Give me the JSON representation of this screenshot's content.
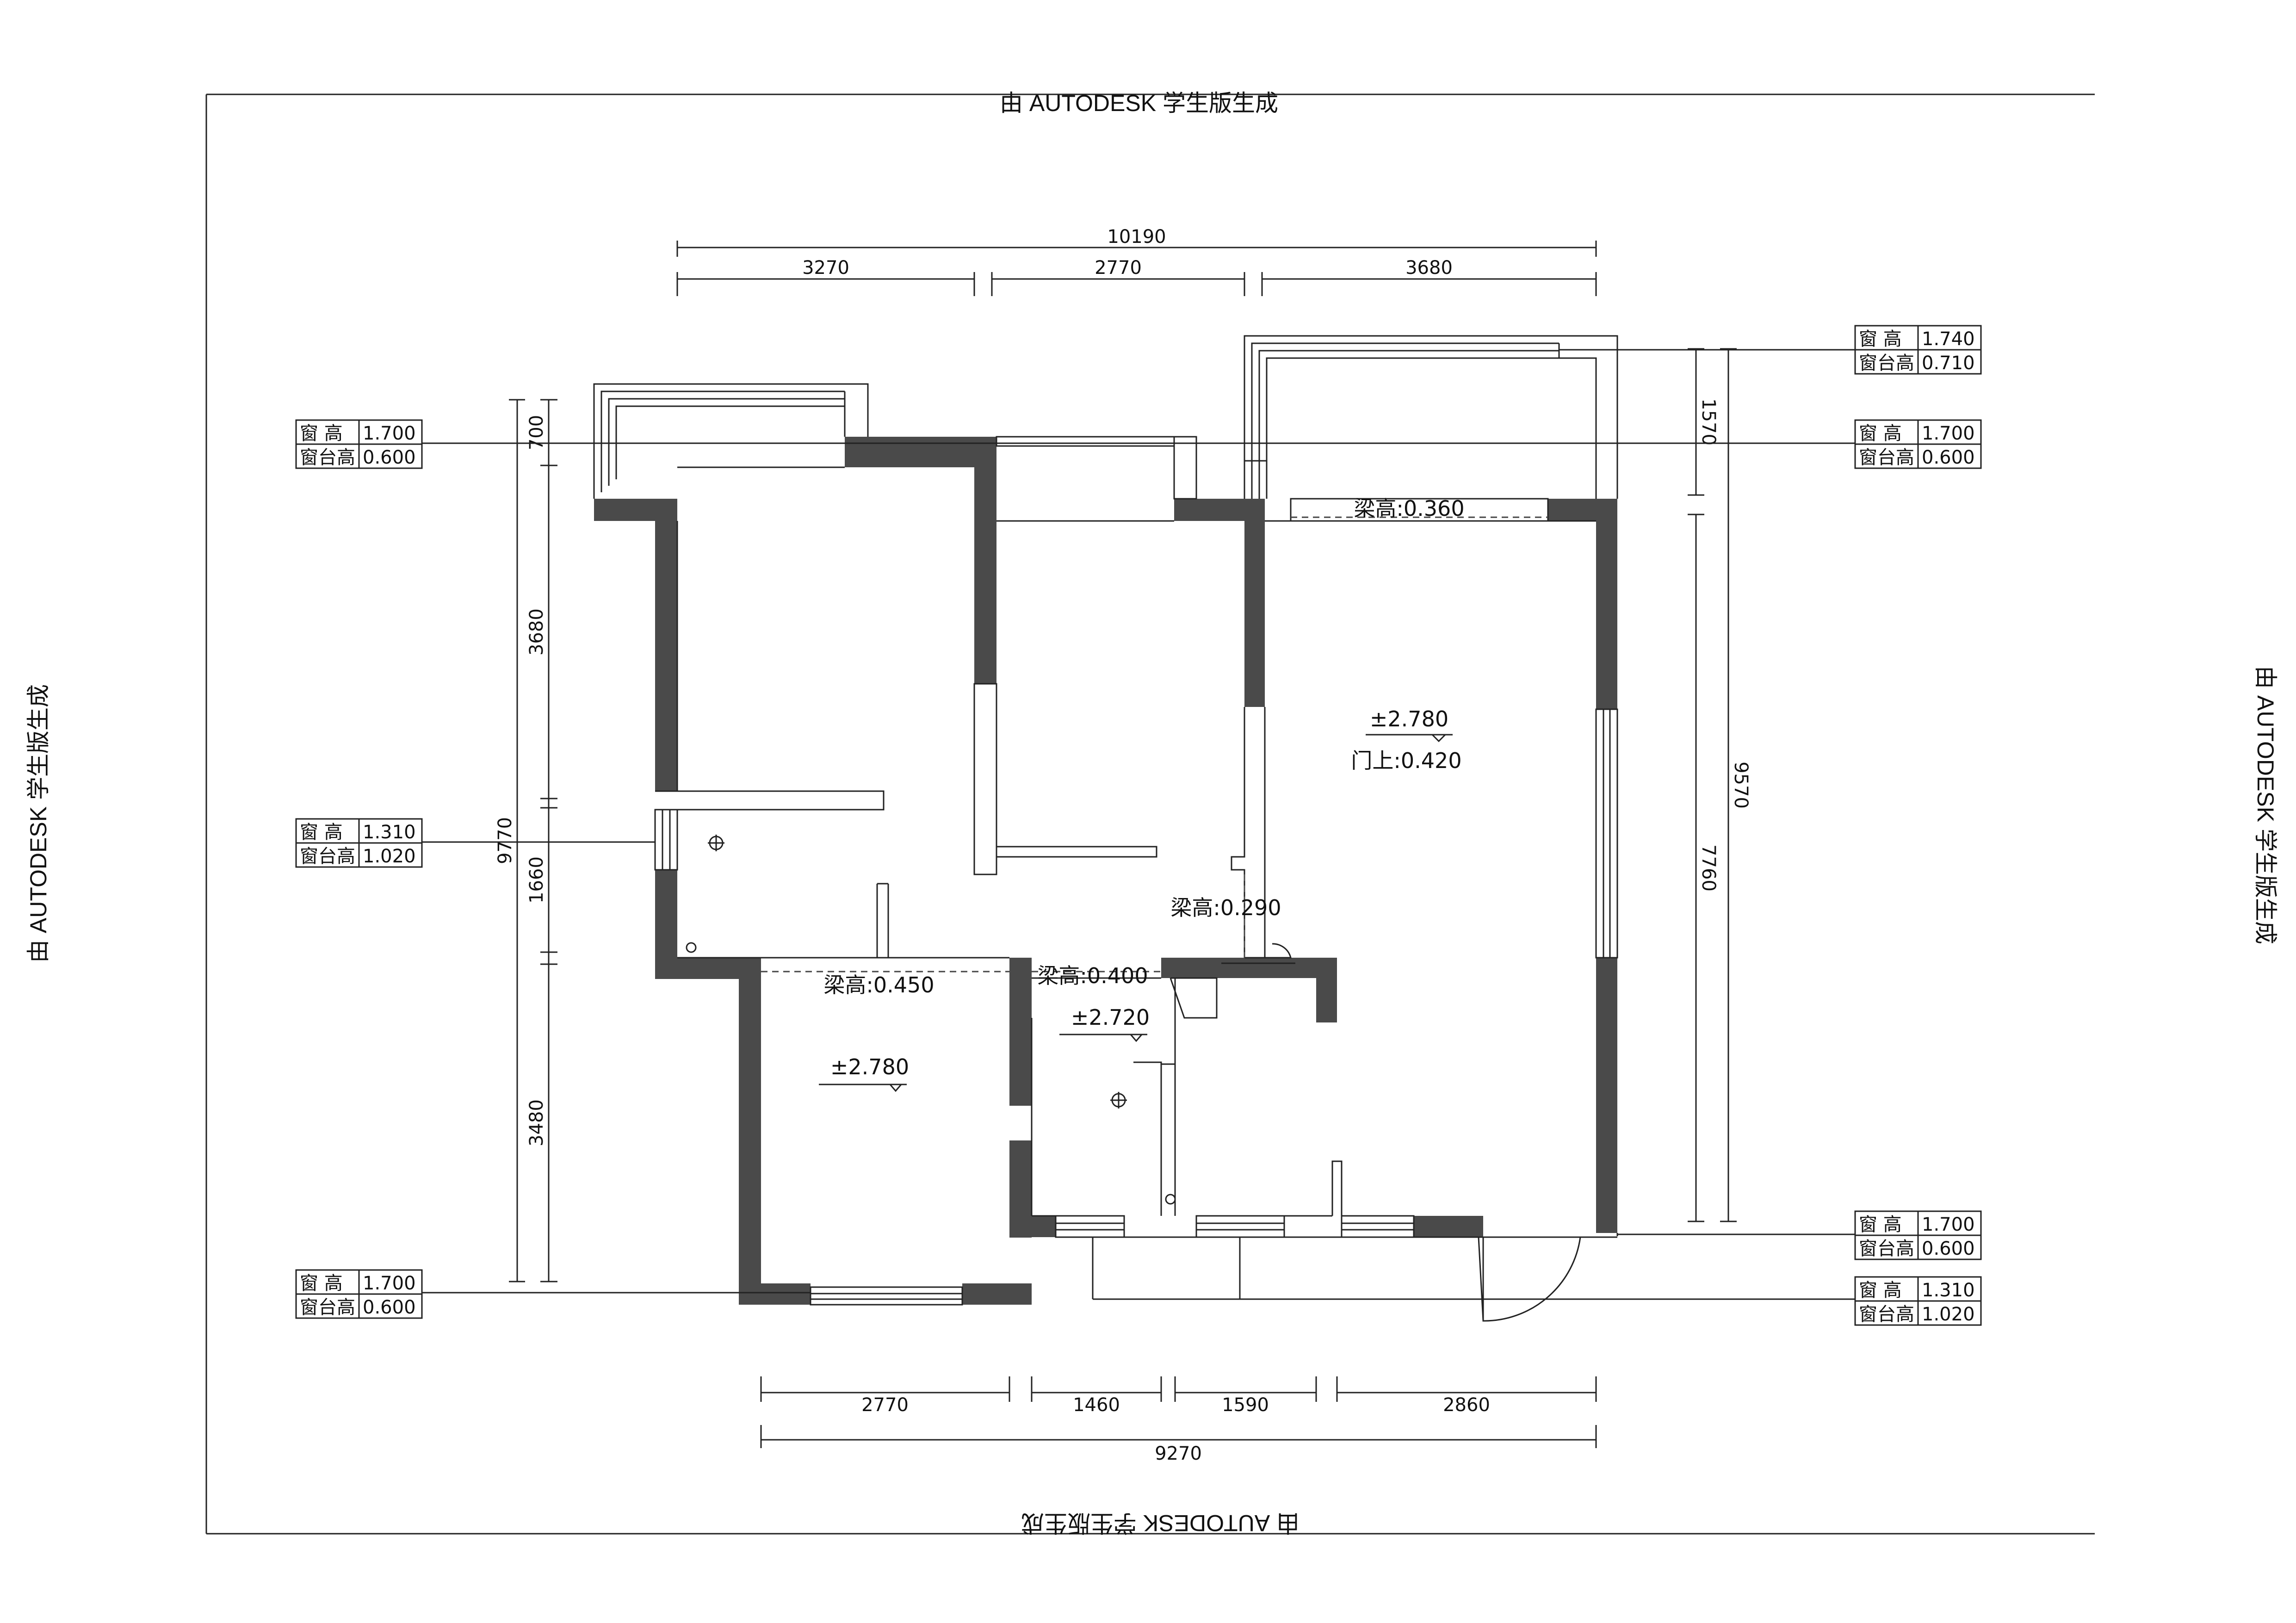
{
  "watermark": "由 AUTODESK 学生版生成",
  "dimensions": {
    "top_total": "10190",
    "top_segments": [
      "3270",
      "2770",
      "3680"
    ],
    "bottom_segments": [
      "2770",
      "1460",
      "1590",
      "2860"
    ],
    "bottom_total": "9270",
    "left_segments": [
      "700",
      "3680",
      "1660",
      "3480"
    ],
    "left_total": "9770",
    "right_segments": [
      "1570",
      "7760"
    ],
    "right_total": "9570"
  },
  "annotations": {
    "beam_top_right": "梁高:0.360",
    "beam_middle": "梁高:0.290",
    "beam_left": "梁高:0.450",
    "beam_center": "梁高:0.400",
    "level_living": "±2.780",
    "door_above": "门上:0.420",
    "level_bath": "±2.720",
    "level_bedroom": "±2.780"
  },
  "window_tags": [
    {
      "h_label": "窗 高",
      "h": "1.700",
      "s_label": "窗台高",
      "s": "0.600"
    },
    {
      "h_label": "窗 高",
      "h": "1.310",
      "s_label": "窗台高",
      "s": "1.020"
    },
    {
      "h_label": "窗 高",
      "h": "1.700",
      "s_label": "窗台高",
      "s": "0.600"
    },
    {
      "h_label": "窗 高",
      "h": "1.740",
      "s_label": "窗台高",
      "s": "0.710"
    },
    {
      "h_label": "窗 高",
      "h": "1.700",
      "s_label": "窗台高",
      "s": "0.600"
    },
    {
      "h_label": "窗 高",
      "h": "1.700",
      "s_label": "窗台高",
      "s": "0.600"
    },
    {
      "h_label": "窗 高",
      "h": "1.310",
      "s_label": "窗台高",
      "s": "1.020"
    }
  ]
}
